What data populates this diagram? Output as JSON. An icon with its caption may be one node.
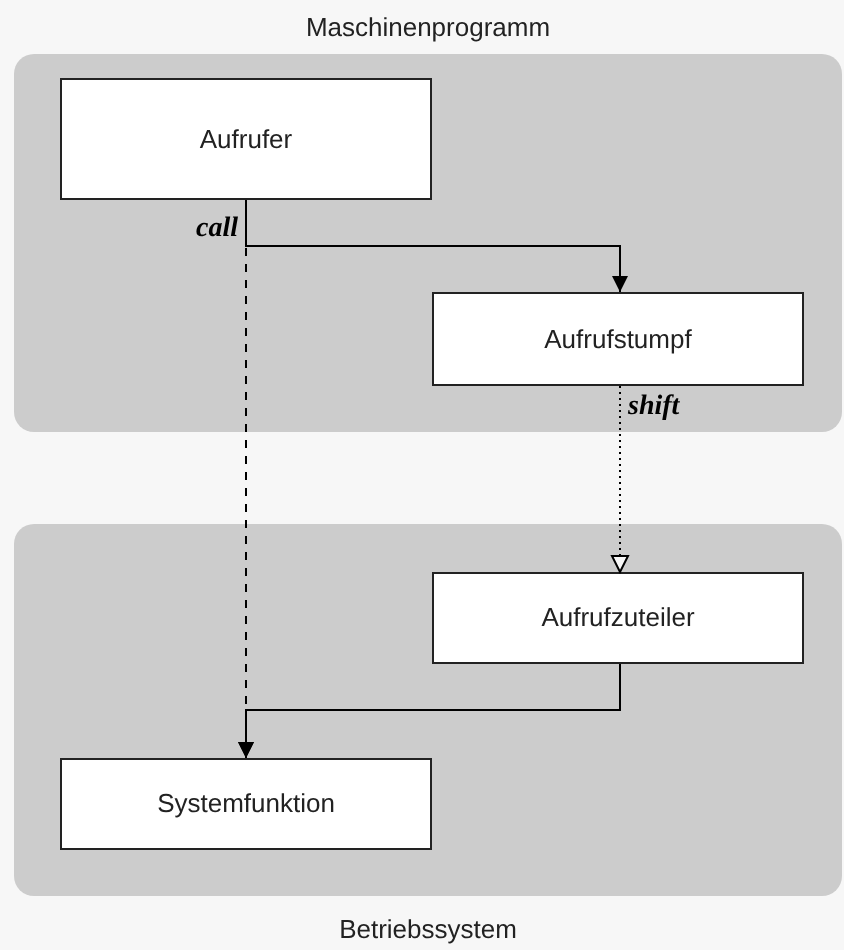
{
  "diagram": {
    "nodes": [
      {
        "text": [
          "Maschinenprogramm"
        ]
      },
      {
        "text": [
          "Aufrufer"
        ],
        "in": 0
      },
      {
        "text": [
          "Aufrufstumpf"
        ],
        "in": 0
      },
      {
        "text": [
          "Betriebssystem"
        ]
      },
      {
        "text": [
          "Aufrufzuteiler"
        ],
        "in": 3
      },
      {
        "text": [
          "Systemfunktion"
        ],
        "in": 3
      }
    ],
    "edges": [
      {
        "from": 1,
        "to": 5,
        "arrow": "to",
        "style": "dashed"
      },
      {
        "from": 1,
        "to": 2,
        "arrow": "to",
        "label": "call"
      },
      {
        "from": 2,
        "to": 4,
        "arrow": "to",
        "label": "shift",
        "style": "dashed"
      },
      {
        "from": 4,
        "to": 5,
        "arrow": "to"
      }
    ]
  }
}
